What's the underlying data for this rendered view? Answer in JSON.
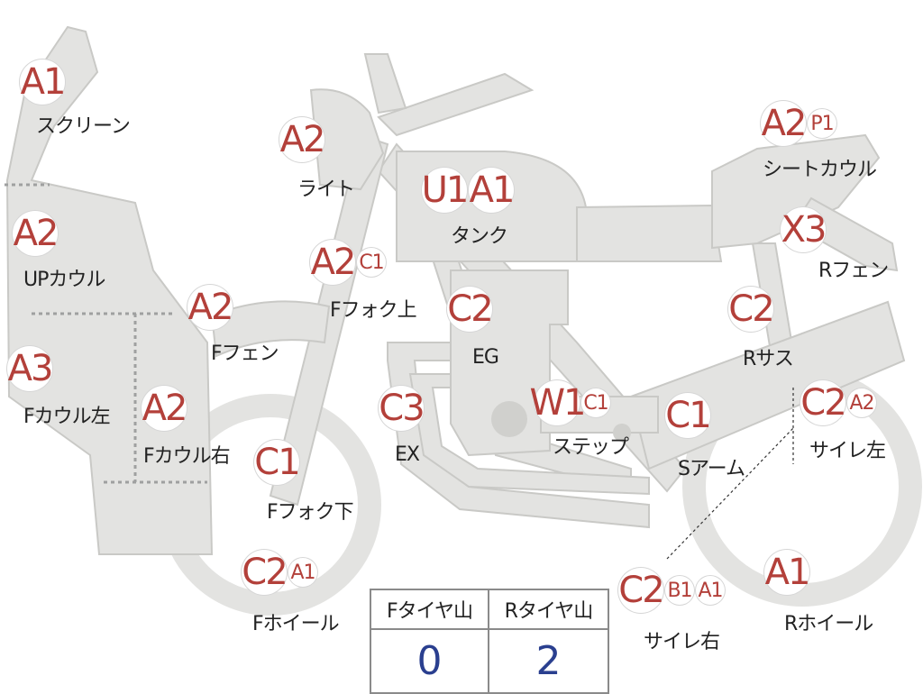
{
  "parts": [
    {
      "id": "screen",
      "codes": [
        {
          "code": "A1",
          "size": "big"
        }
      ],
      "label": "スクリーン"
    },
    {
      "id": "up-cowl",
      "codes": [
        {
          "code": "A2",
          "size": "big"
        }
      ],
      "label": "UPカウル"
    },
    {
      "id": "f-cowl-left",
      "codes": [
        {
          "code": "A3",
          "size": "big"
        }
      ],
      "label": "Fカウル左"
    },
    {
      "id": "f-cowl-right",
      "codes": [
        {
          "code": "A2",
          "size": "big"
        }
      ],
      "label": "Fカウル右"
    },
    {
      "id": "light",
      "codes": [
        {
          "code": "A2",
          "size": "big"
        }
      ],
      "label": "ライト"
    },
    {
      "id": "f-fender",
      "codes": [
        {
          "code": "A2",
          "size": "big"
        }
      ],
      "label": "Fフェン"
    },
    {
      "id": "f-fork-upper",
      "codes": [
        {
          "code": "A2",
          "size": "big"
        },
        {
          "code": "C1",
          "size": "small"
        }
      ],
      "label": "Fフォク上"
    },
    {
      "id": "f-fork-lower",
      "codes": [
        {
          "code": "C1",
          "size": "big"
        }
      ],
      "label": "Fフォク下"
    },
    {
      "id": "f-wheel",
      "codes": [
        {
          "code": "C2",
          "size": "big"
        },
        {
          "code": "A1",
          "size": "small"
        }
      ],
      "label": "Fホイール"
    },
    {
      "id": "tank",
      "codes": [
        {
          "code": "U1",
          "size": "big"
        },
        {
          "code": "A1",
          "size": "big"
        }
      ],
      "label": "タンク"
    },
    {
      "id": "engine",
      "codes": [
        {
          "code": "C2",
          "size": "big"
        }
      ],
      "label": "EG"
    },
    {
      "id": "exhaust",
      "codes": [
        {
          "code": "C3",
          "size": "big"
        }
      ],
      "label": "EX"
    },
    {
      "id": "step",
      "codes": [
        {
          "code": "W1",
          "size": "big"
        },
        {
          "code": "C1",
          "size": "small"
        }
      ],
      "label": "ステップ"
    },
    {
      "id": "swing-arm",
      "codes": [
        {
          "code": "C1",
          "size": "big"
        }
      ],
      "label": "Sアーム"
    },
    {
      "id": "seat-cowl",
      "codes": [
        {
          "code": "A2",
          "size": "big"
        },
        {
          "code": "P1",
          "size": "small"
        }
      ],
      "label": "シートカウル"
    },
    {
      "id": "r-fender",
      "codes": [
        {
          "code": "X3",
          "size": "big"
        }
      ],
      "label": "Rフェン"
    },
    {
      "id": "r-suspension",
      "codes": [
        {
          "code": "C2",
          "size": "big"
        }
      ],
      "label": "Rサス"
    },
    {
      "id": "muffler-left",
      "codes": [
        {
          "code": "C2",
          "size": "big"
        },
        {
          "code": "A2",
          "size": "small"
        }
      ],
      "label": "サイレ左"
    },
    {
      "id": "muffler-right",
      "codes": [
        {
          "code": "C2",
          "size": "big"
        },
        {
          "code": "B1",
          "size": "small"
        },
        {
          "code": "A1",
          "size": "small"
        }
      ],
      "label": "サイレ右"
    },
    {
      "id": "r-wheel",
      "codes": [
        {
          "code": "A1",
          "size": "big"
        }
      ],
      "label": "Rホイール"
    }
  ],
  "tire_table": {
    "headers": [
      "Fタイヤ山",
      "Rタイヤ山"
    ],
    "values": [
      "0",
      "2"
    ]
  },
  "colors": {
    "part_fill": "#e3e3e1",
    "part_stroke": "#c9c9c6",
    "code_text": "#b3403a",
    "value_text": "#2a3f8f"
  }
}
